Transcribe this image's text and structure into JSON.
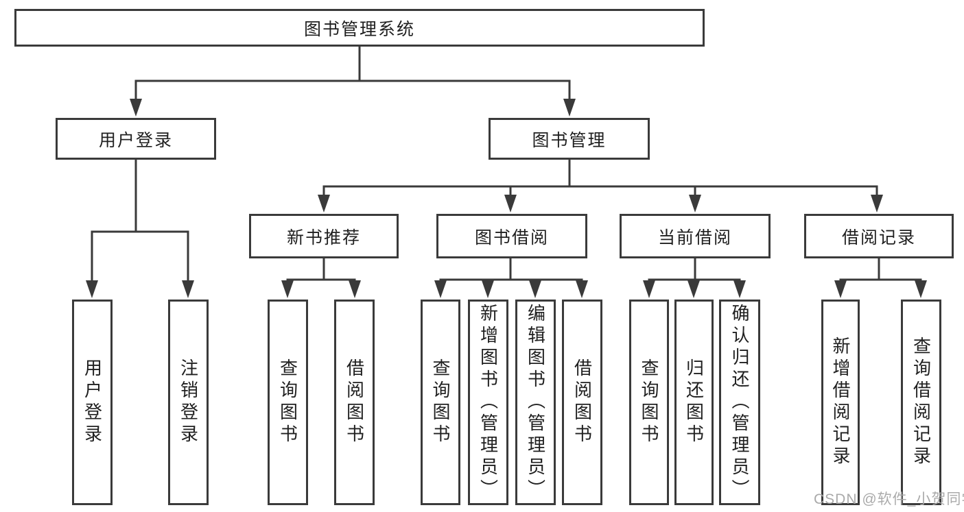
{
  "tree": {
    "label": "图书管理系统",
    "children": [
      {
        "label": "用户登录",
        "children": [
          {
            "label": "用户登录"
          },
          {
            "label": "注销登录"
          }
        ]
      },
      {
        "label": "图书管理",
        "children": [
          {
            "label": "新书推荐",
            "children": [
              {
                "label": "查询图书"
              },
              {
                "label": "借阅图书"
              }
            ]
          },
          {
            "label": "图书借阅",
            "children": [
              {
                "label": "查询图书"
              },
              {
                "label": "新增图书（管理员）"
              },
              {
                "label": "编辑图书（管理员）"
              },
              {
                "label": "借阅图书"
              }
            ]
          },
          {
            "label": "当前借阅",
            "children": [
              {
                "label": "查询图书"
              },
              {
                "label": "归还图书"
              },
              {
                "label": "确认归还（管理员）"
              }
            ]
          },
          {
            "label": "借阅记录",
            "children": [
              {
                "label": "新增借阅记录"
              },
              {
                "label": "查询借阅记录"
              }
            ]
          }
        ]
      }
    ]
  },
  "watermark": "CSDN @软件_小贺同学",
  "colors": {
    "line": "#3a3a3a",
    "box_border": "#3a3a3a",
    "text": "#1f1f1f",
    "watermark": "#a6a6a6",
    "background": "#ffffff"
  }
}
